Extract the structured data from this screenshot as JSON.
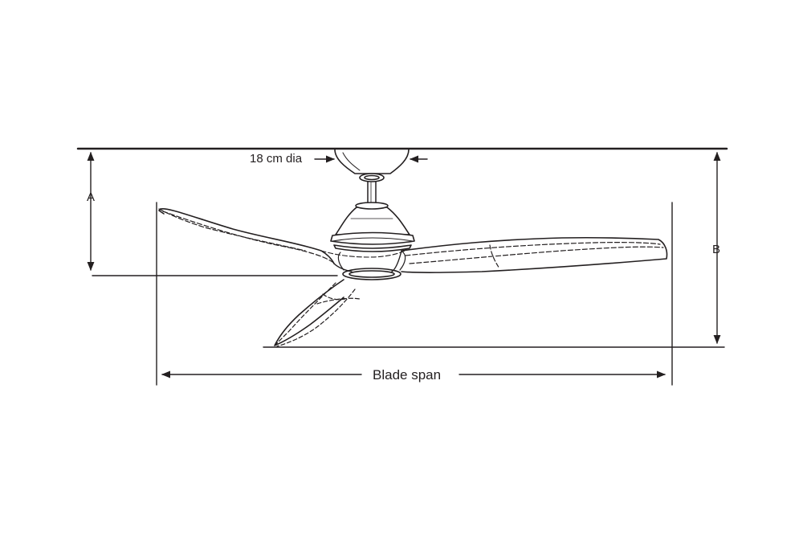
{
  "diagram": {
    "mount_label": "18 cm dia",
    "dim_a_label": "A",
    "dim_b_label": "B",
    "span_label": "Blade span",
    "line_color": "#231f20"
  }
}
